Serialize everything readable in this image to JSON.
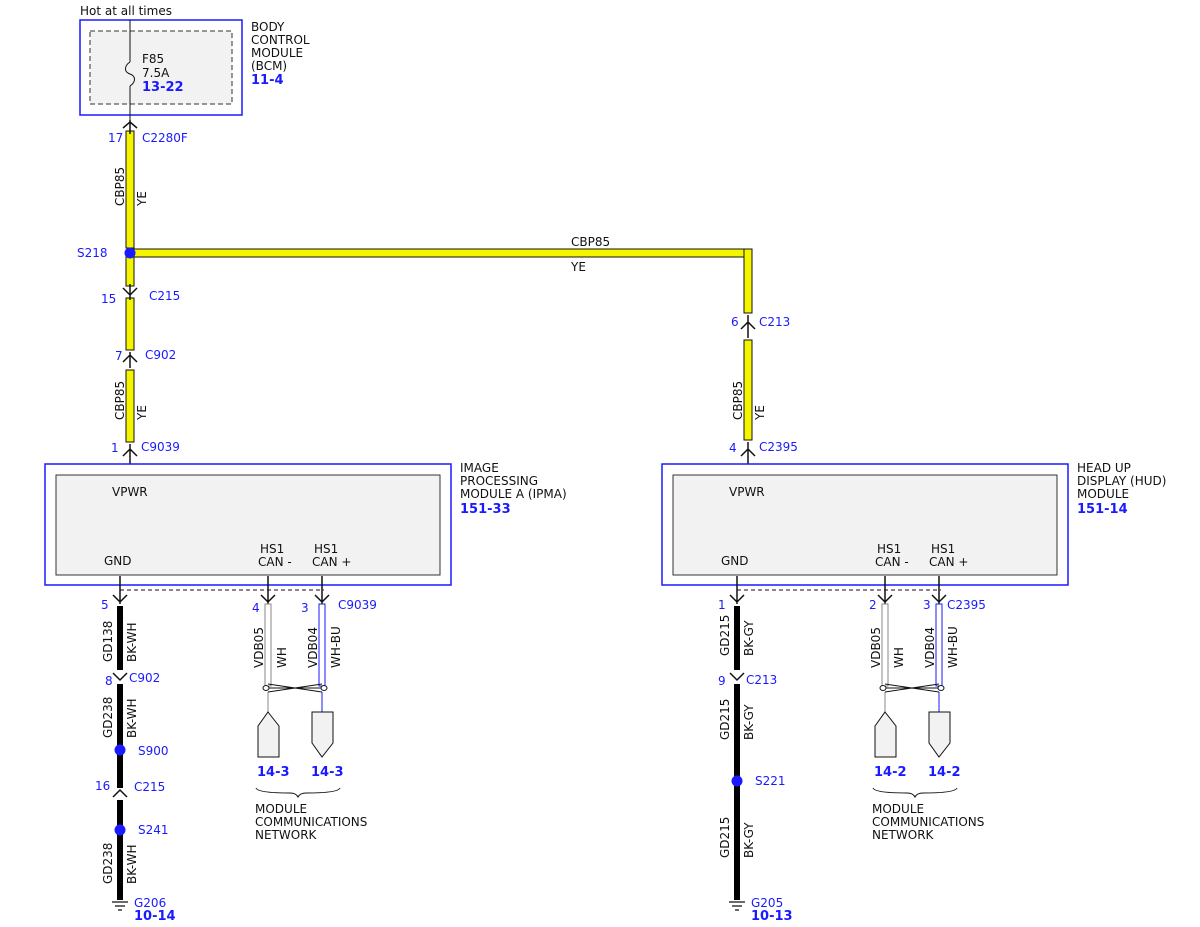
{
  "power": {
    "hot_label": "Hot at all times",
    "bcm": {
      "name_lines": [
        "BODY",
        "CONTROL",
        "MODULE",
        "(BCM)"
      ],
      "ref": "11-4",
      "fuse_name": "F85",
      "fuse_rating": "7.5A",
      "fuse_ref": "13-22"
    }
  },
  "trunk": {
    "c2280f": {
      "pin": "17",
      "connector": "C2280F"
    },
    "circuit": "CBP85",
    "color": "YE",
    "splice": "S218",
    "c215": {
      "pin": "15",
      "connector": "C215"
    },
    "c902": {
      "pin": "7",
      "connector": "C902"
    },
    "lower_circuit": "CBP85",
    "lower_color": "YE",
    "c9039": {
      "pin": "1",
      "connector": "C9039"
    }
  },
  "branch": {
    "circuit": "CBP85",
    "color": "YE",
    "c213": {
      "pin": "6",
      "connector": "C213"
    },
    "lower_circuit": "CBP85",
    "lower_color": "YE",
    "c2395": {
      "pin": "4",
      "connector": "C2395"
    }
  },
  "ipma": {
    "name_lines": [
      "IMAGE",
      "PROCESSING",
      "MODULE A (IPMA)"
    ],
    "ref": "151-33",
    "vpwr": "VPWR",
    "gnd": "GND",
    "can_minus_lines": [
      "HS1",
      "CAN -"
    ],
    "can_plus_lines": [
      "HS1",
      "CAN +"
    ],
    "gnd_pin": "5",
    "can_minus_pin": "4",
    "can_plus_pin": "3",
    "connector": "C9039",
    "gnd_circuit_1": "GD138",
    "gnd_color_1": "BK-WH",
    "c902": {
      "pin": "8",
      "connector": "C902"
    },
    "gnd_circuit_2": "GD238",
    "gnd_color_2": "BK-WH",
    "splice_1": "S900",
    "c215": {
      "pin": "16",
      "connector": "C215"
    },
    "splice_2": "S241",
    "gnd_circuit_3": "GD238",
    "gnd_color_3": "BK-WH",
    "ground": "G206",
    "ground_ref": "10-14",
    "can_minus_circuit": "VDB05",
    "can_minus_color": "WH",
    "can_plus_circuit": "VDB04",
    "can_plus_color": "WH-BU",
    "net_ref_minus": "14-3",
    "net_ref_plus": "14-3",
    "network_lines": [
      "MODULE",
      "COMMUNICATIONS",
      "NETWORK"
    ]
  },
  "hud": {
    "name_lines": [
      "HEAD UP",
      "DISPLAY (HUD)",
      "MODULE"
    ],
    "ref": "151-14",
    "vpwr": "VPWR",
    "gnd": "GND",
    "can_minus_lines": [
      "HS1",
      "CAN -"
    ],
    "can_plus_lines": [
      "HS1",
      "CAN +"
    ],
    "gnd_pin": "1",
    "can_minus_pin": "2",
    "can_plus_pin": "3",
    "connector": "C2395",
    "gnd_circuit_1": "GD215",
    "gnd_color_1": "BK-GY",
    "c213": {
      "pin": "9",
      "connector": "C213"
    },
    "gnd_circuit_2": "GD215",
    "gnd_color_2": "BK-GY",
    "splice_1": "S221",
    "gnd_circuit_3": "GD215",
    "gnd_color_3": "BK-GY",
    "ground": "G205",
    "ground_ref": "10-13",
    "can_minus_circuit": "VDB05",
    "can_minus_color": "WH",
    "can_plus_circuit": "VDB04",
    "can_plus_color": "WH-BU",
    "net_ref_minus": "14-2",
    "net_ref_plus": "14-2",
    "network_lines": [
      "MODULE",
      "COMMUNICATIONS",
      "NETWORK"
    ]
  },
  "colors": {
    "yellow_wire": "#f5f500",
    "ground_wire": "#000000",
    "module_border": "#1a1aff",
    "label_blue": "#1a1aff",
    "module_fill": "#f2f2f2"
  }
}
